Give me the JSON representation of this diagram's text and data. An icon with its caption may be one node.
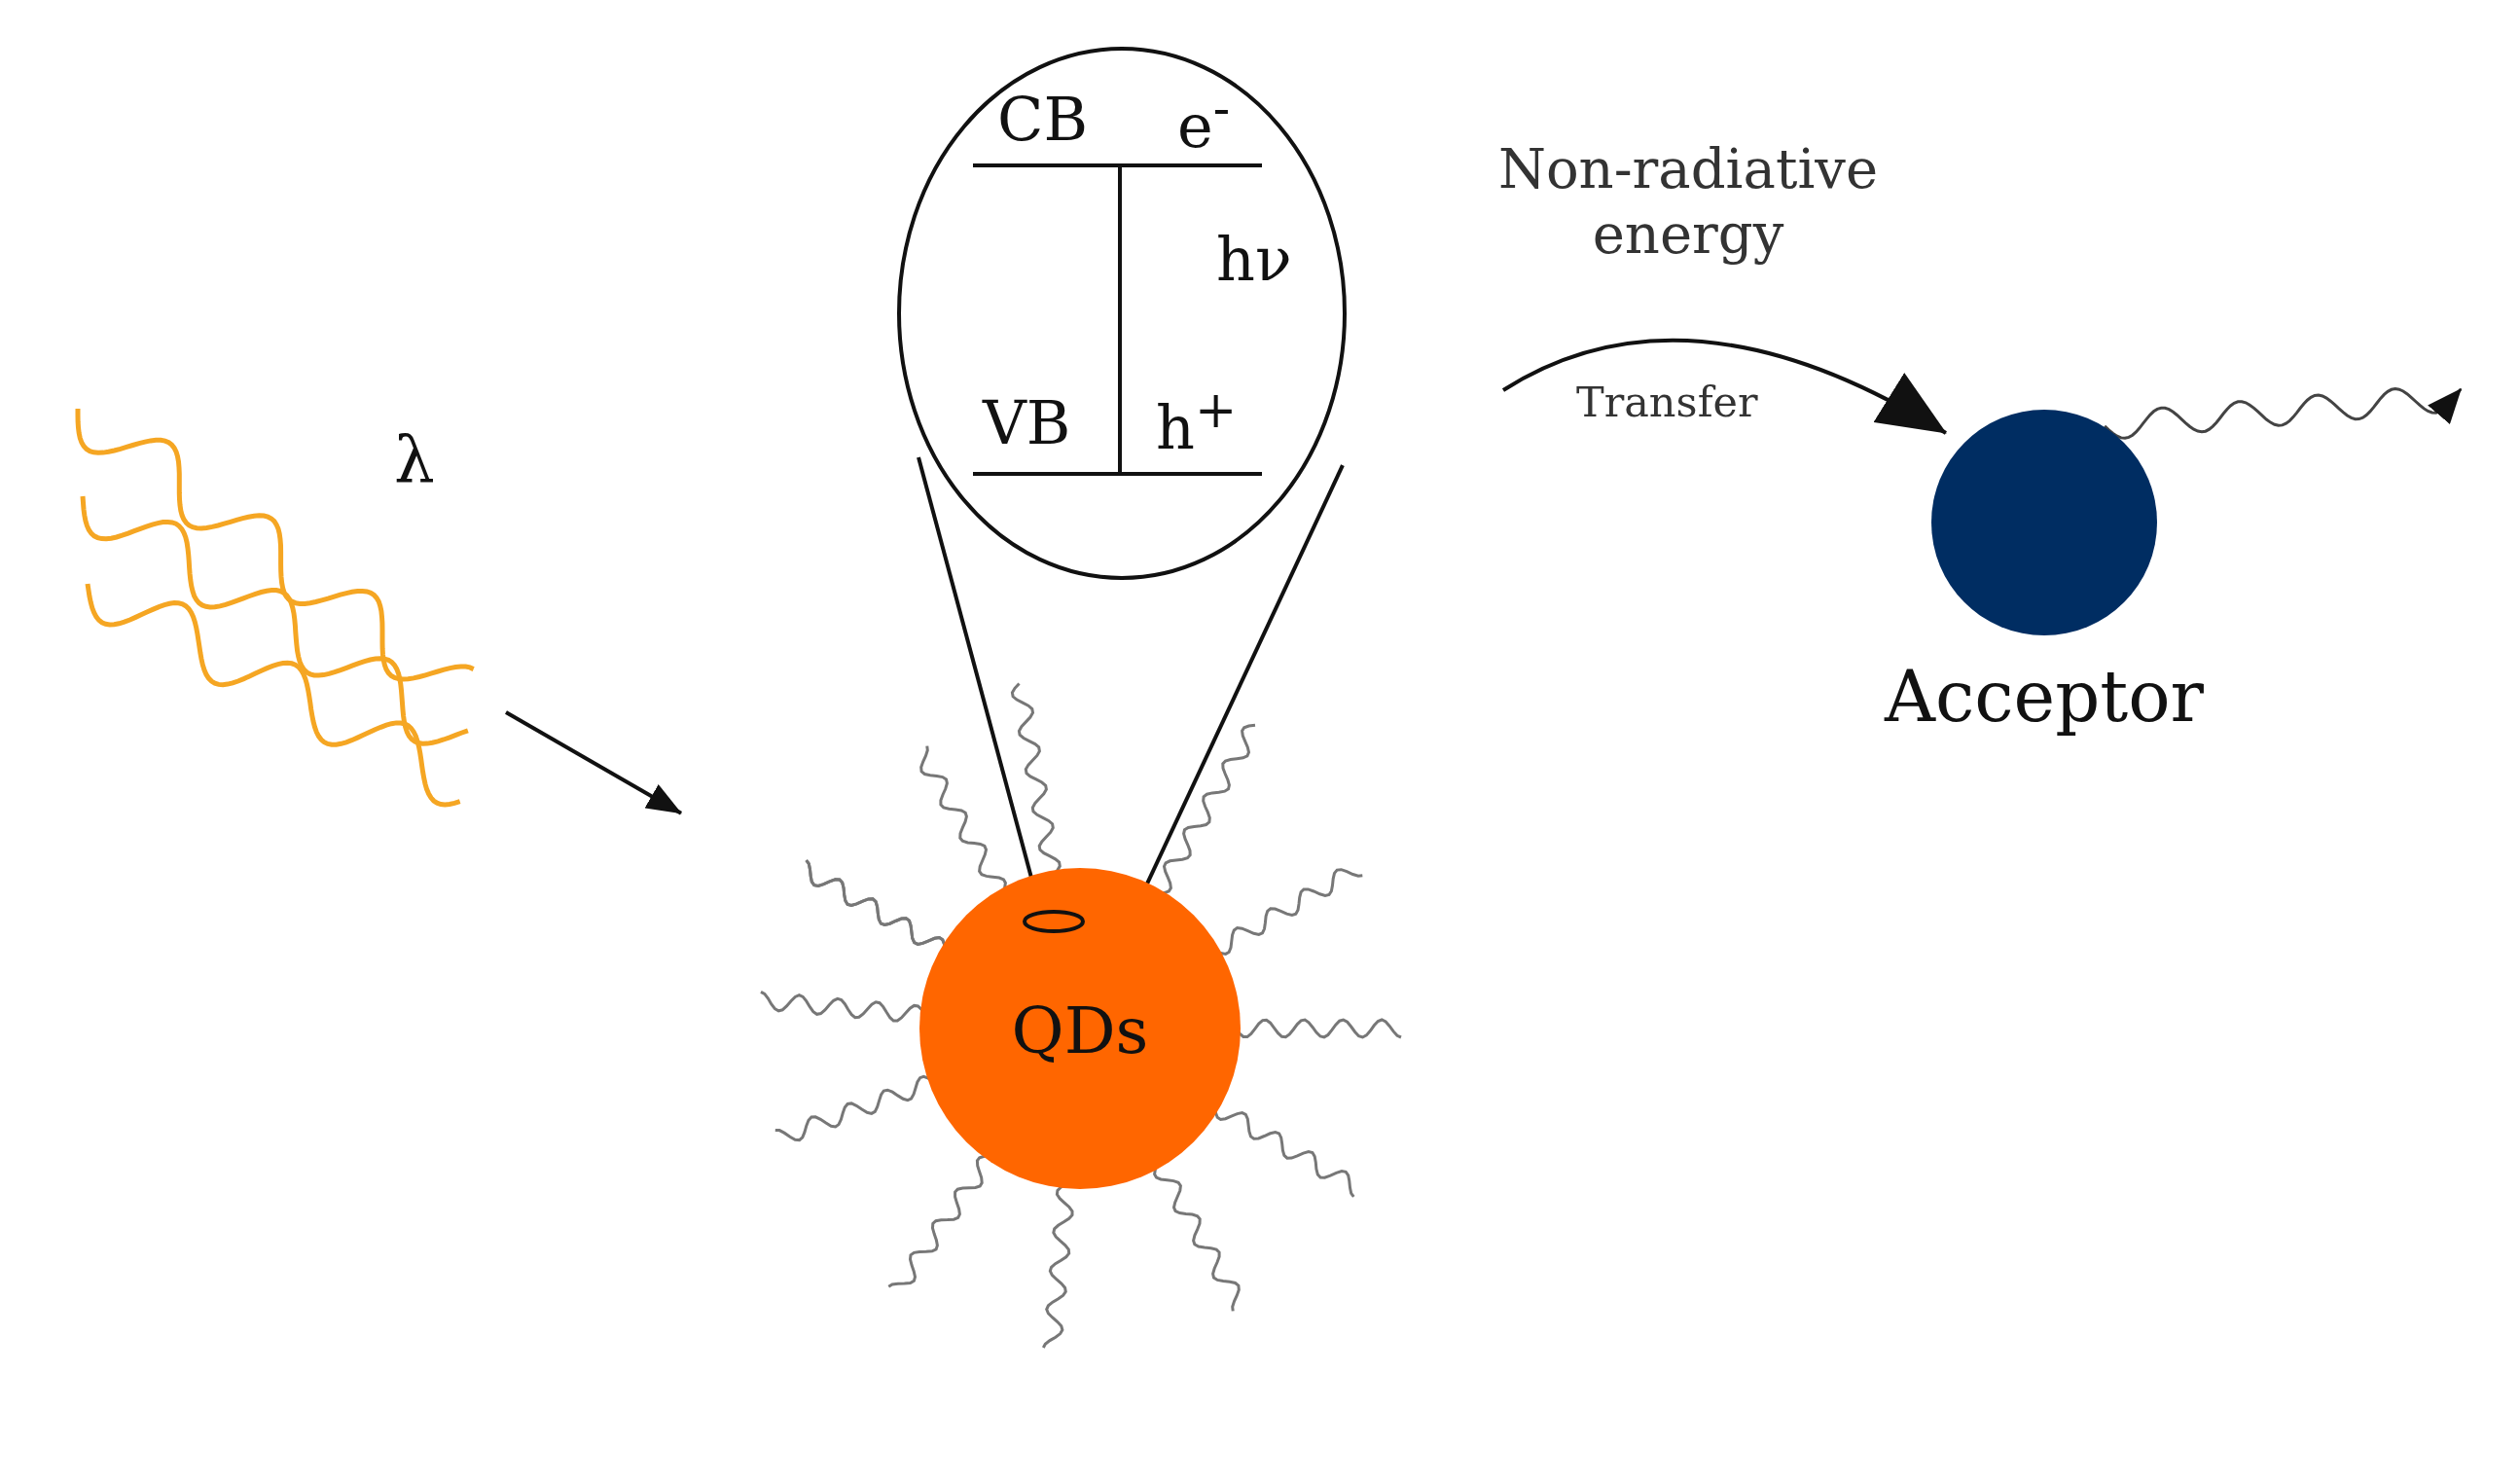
{
  "diagram": {
    "nodes": [
      {
        "text": [],
        "shape": "wave"
      },
      {
        "text": [
          "CB",
          "e$^{-}$",
          "hν",
          "VB",
          "h$^{+}$"
        ]
      },
      {
        "text": [
          "QDs"
        ]
      },
      {
        "text": [
          "Acceptor"
        ]
      }
    ],
    "edges": [
      {
        "from": 0,
        "to": 2,
        "arrow": "to"
      },
      {
        "from": 1,
        "to": 2,
        "arrow": "none"
      },
      {
        "from": 1,
        "to": 2,
        "arrow": "none"
      },
      {
        "from": null,
        "to": 3,
        "arrow": "to",
        "label": "Transfer"
      },
      {
        "from": 3,
        "to": null,
        "arrow": "to"
      }
    ],
    "labels": [
      "λ",
      "Non-radiative energy"
    ]
  }
}
